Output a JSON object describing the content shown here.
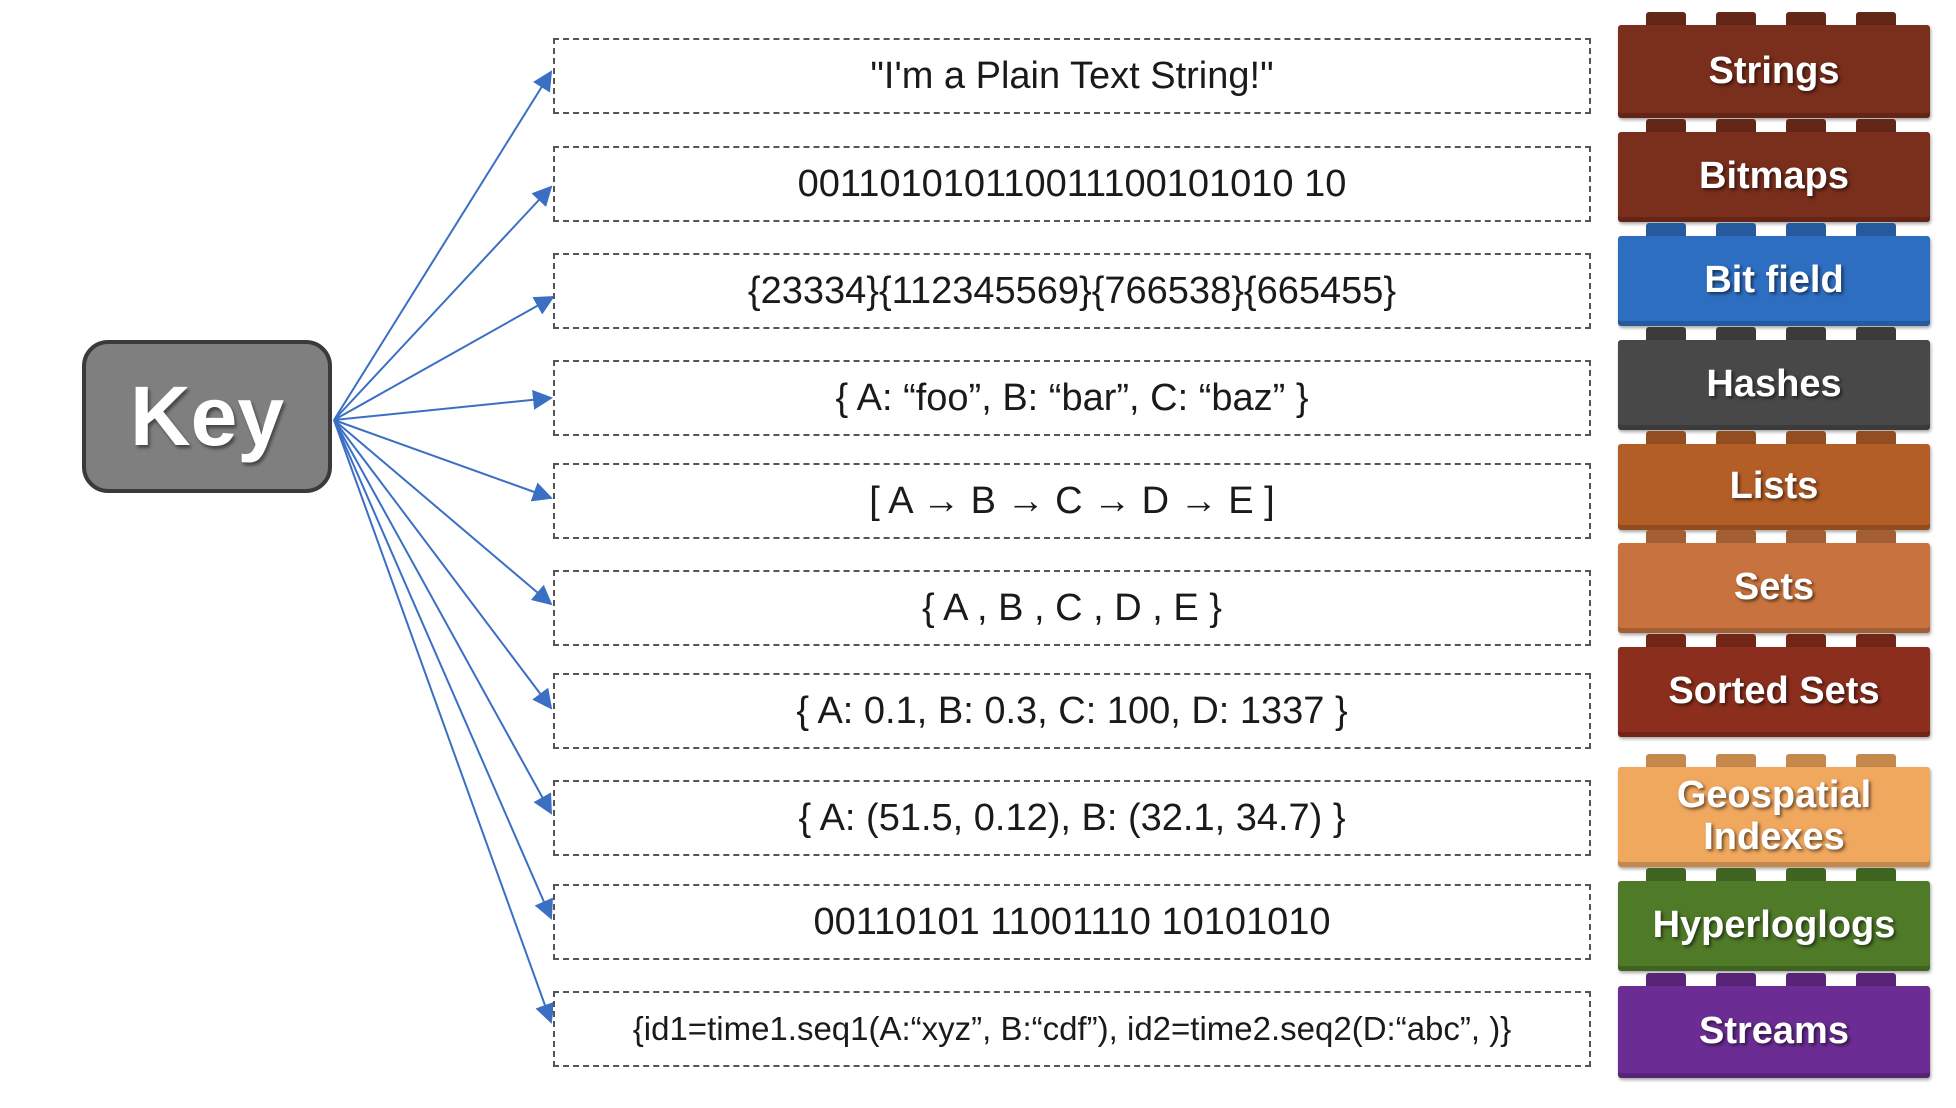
{
  "key": {
    "label": "Key"
  },
  "values": [
    {
      "text": "\"I'm a Plain Text String!\""
    },
    {
      "text": "001101010110011100101010 10"
    },
    {
      "text": "{23334}{112345569}{766538}{665455}"
    },
    {
      "text": "{ A: “foo”, B: “bar”, C: “baz”  }"
    },
    {
      "text": "[ A → B → C → D → E ]"
    },
    {
      "text": "{  A , B , C , D , E  }"
    },
    {
      "text": "{ A: 0.1, B: 0.3, C: 100, D: 1337 }"
    },
    {
      "text": "{ A: (51.5, 0.12), B: (32.1, 34.7)  }"
    },
    {
      "text": "00110101 11001110 10101010"
    },
    {
      "text": "{id1=time1.seq1(A:“xyz”, B:“cdf”), id2=time2.seq2(D:“abc”, )}"
    }
  ],
  "types": [
    {
      "label": "Strings",
      "color": "#7a2e1c"
    },
    {
      "label": "Bitmaps",
      "color": "#7a2e1c"
    },
    {
      "label": "Bit field",
      "color": "#2e6ec1"
    },
    {
      "label": "Hashes",
      "color": "#484848"
    },
    {
      "label": "Lists",
      "color": "#b35e27"
    },
    {
      "label": "Sets",
      "color": "#c8733f"
    },
    {
      "label": "Sorted Sets",
      "color": "#8b2e1d"
    },
    {
      "label": "Geospatial Indexes",
      "color": "#f0a75e"
    },
    {
      "label": "Hyperloglogs",
      "color": "#4f7a28"
    },
    {
      "label": "Streams",
      "color": "#6b2c93"
    }
  ],
  "arrow_color": "#3a6fc4"
}
